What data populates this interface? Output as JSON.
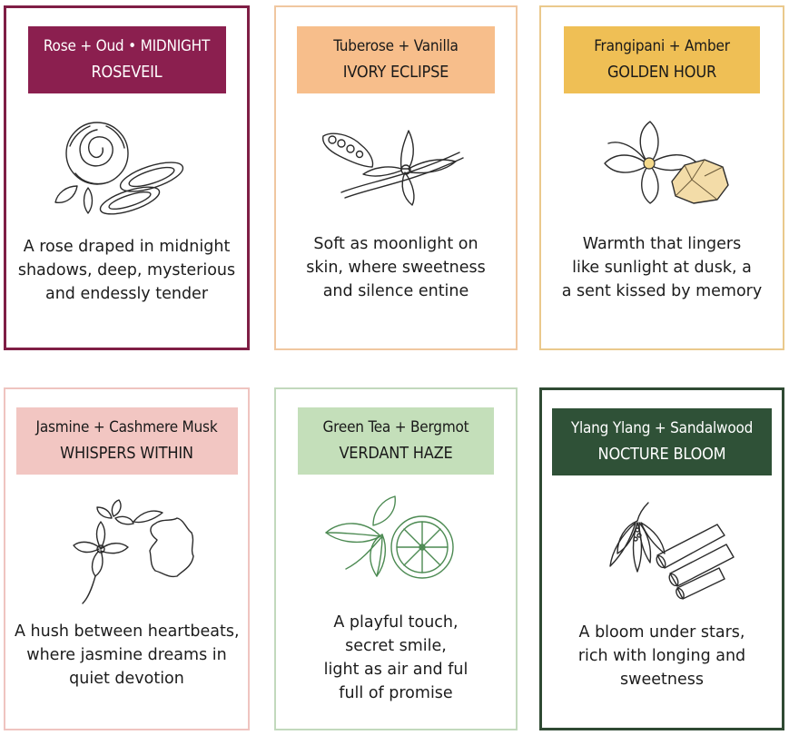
{
  "cards": [
    {
      "title": "Rose + Oud • MIDNIGHT",
      "subtitle": "ROSEVEIL",
      "illustration": "rose-and-oud-icon",
      "description": [
        "A rose draped in midnight",
        "shadows, deep, mysterious",
        "and endessly tender"
      ],
      "colors": {
        "border": "#7f1e45",
        "label_bg": "#8b1f4f",
        "label_text": "#ffffff"
      }
    },
    {
      "title": "Tuberose + Vanilla",
      "subtitle": "IVORY ECLIPSE",
      "illustration": "tuberose-and-vanilla-icon",
      "description": [
        "Soft as moonlight on",
        "skin, where sweetness",
        "and silence entine"
      ],
      "colors": {
        "border": "#f0c7a0",
        "label_bg": "#f7be8b",
        "label_text": "#1a1a1a"
      }
    },
    {
      "title": "Frangipani + Amber",
      "subtitle": "GOLDEN HOUR",
      "illustration": "frangipani-and-amber-icon",
      "description": [
        "Warmth that lingers",
        "like sunlight at dusk, a",
        "a sent kissed by memory"
      ],
      "colors": {
        "border": "#eac98c",
        "label_bg": "#efbf55",
        "label_text": "#1a1a1a"
      }
    },
    {
      "title": "Jasmine + Cashmere Musk",
      "subtitle": "WHISPERS WITHIN",
      "illustration": "jasmine-and-musk-icon",
      "description": [
        "A hush between heartbeats,",
        "where jasmine dreams in",
        "quiet devotion"
      ],
      "colors": {
        "border": "#efc4c0",
        "label_bg": "#f2c6c2",
        "label_text": "#1a1a1a"
      }
    },
    {
      "title": "Green Tea + Bergmot",
      "subtitle": "VERDANT HAZE",
      "illustration": "green-tea-and-bergamot-icon",
      "description": [
        "A playful touch,",
        "secret smile,",
        "light as air and ful",
        "full of promise"
      ],
      "colors": {
        "border": "#c2d9bd",
        "label_bg": "#c4dfba",
        "label_text": "#1a1a1a"
      }
    },
    {
      "title": "Ylang Ylang + Sandalwood",
      "subtitle": "NOCTURE BLOOM",
      "illustration": "ylang-ylang-and-sandalwood-icon",
      "description": [
        "A bloom under stars,",
        "rich with longing and",
        "sweetness"
      ],
      "colors": {
        "border": "#2f4a33",
        "label_bg": "#2f5137",
        "label_text": "#ffffff"
      }
    }
  ]
}
